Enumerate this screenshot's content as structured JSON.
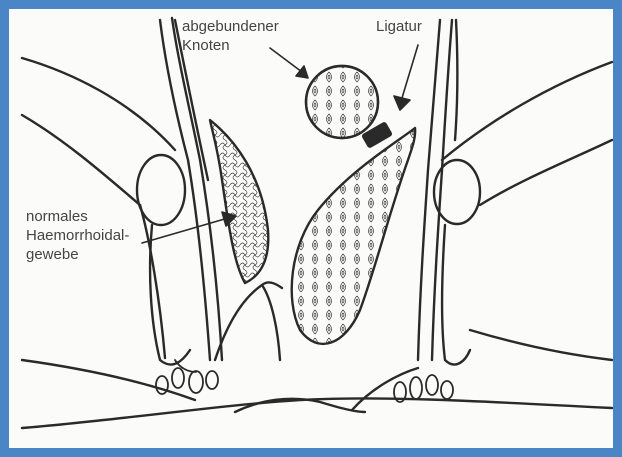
{
  "labels": {
    "knoten": "abgebundener\nKnoten",
    "ligatur": "Ligatur",
    "normal": "normales\nHaemorrhoidal-\ngewebe"
  },
  "colors": {
    "frame": "#4a86c6",
    "ink": "#2a2a2a",
    "paper": "#fbfbf9"
  }
}
